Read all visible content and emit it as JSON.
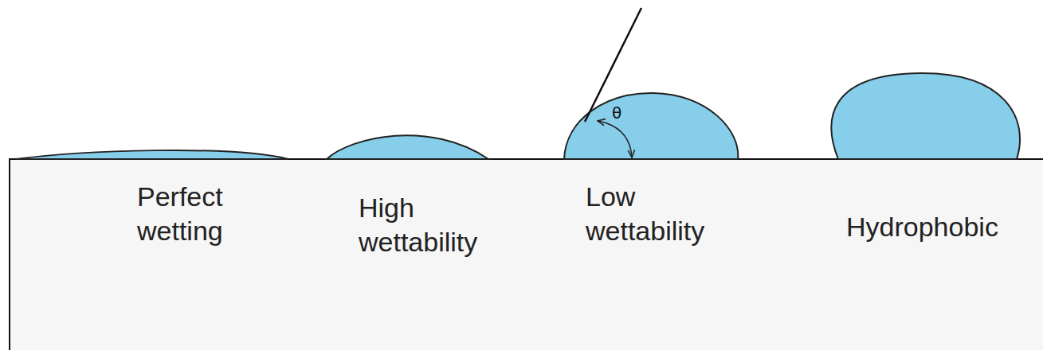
{
  "diagram": {
    "labels": [
      "Perfect wetting",
      "High wettability",
      "Low wettability",
      "Hydrophobic",
      "θ"
    ]
  }
}
